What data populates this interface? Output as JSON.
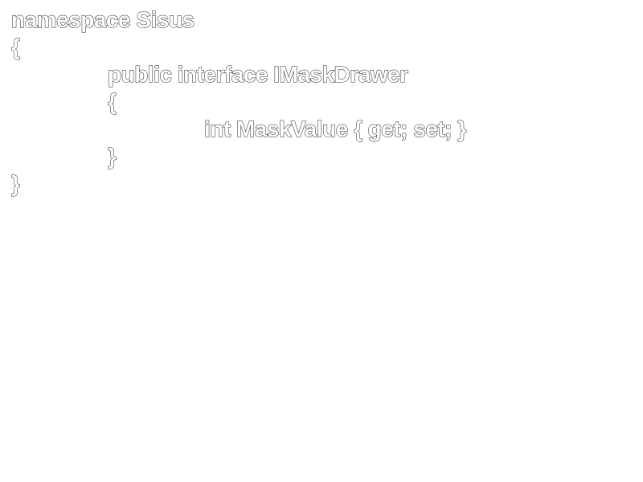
{
  "code": {
    "lines": [
      "namespace Sisus",
      "{",
      "public interface IMaskDrawer",
      "{",
      "int MaskValue { get; set; }",
      "}",
      "}"
    ]
  }
}
